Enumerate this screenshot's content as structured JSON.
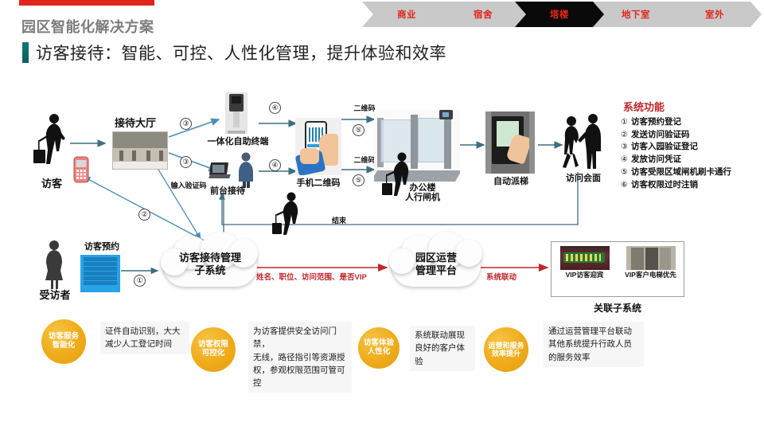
{
  "header": {
    "accent_red": "#e1251b",
    "brand_title": "园区智能化解决方案",
    "slide_subtitle": "访客接待：智能、可控、人性化管理，提升体验和效率",
    "nav_items": [
      {
        "label": "商业",
        "active": false
      },
      {
        "label": "宿舍",
        "active": false
      },
      {
        "label": "塔楼",
        "active": true
      },
      {
        "label": "地下室",
        "active": false
      },
      {
        "label": "室外",
        "active": false
      }
    ]
  },
  "diagram": {
    "nodes": {
      "visitor": "访客",
      "reception_hall": "接待大厅",
      "self_terminal": "一体化自助终端",
      "front_desk": "前台接待",
      "enter_code": "输入验证码",
      "phone_qr": "手机二维码",
      "gate": "办公楼\n人行闸机",
      "auto_elevator": "自动派梯",
      "meeting": "访问会面",
      "end": "结束",
      "visitee": "受访者",
      "appointment": "访客预约"
    },
    "steps": {
      "s1": "①",
      "s2": "②",
      "s3a": "③",
      "s3b": "③",
      "s4a": "④",
      "s4b": "④",
      "s5a": "⑤",
      "s5b": "⑤"
    },
    "edge_labels": {
      "qr_top": "二维码",
      "qr_bottom": "二维码"
    },
    "clouds": {
      "visitor_mgmt": "访客接待管理\n子系统",
      "park_platform": "园区运营\n管理平台"
    },
    "red_flows": {
      "attributes": "姓名、职位、访问范围、是否VIP",
      "linkage": "系统联动"
    }
  },
  "features": {
    "title": "系统功能",
    "accent": "#c1272d",
    "items": [
      {
        "num": "①",
        "text": "访客预约登记"
      },
      {
        "num": "②",
        "text": "发送访问验证码"
      },
      {
        "num": "③",
        "text": "访客入园验证登记"
      },
      {
        "num": "④",
        "text": "发放访问凭证"
      },
      {
        "num": "⑤",
        "text": "访客受限区域闸机刷卡通行"
      },
      {
        "num": "⑥",
        "text": "访客权限过时注销"
      }
    ]
  },
  "related": {
    "title": "关联子系统",
    "items": [
      {
        "caption": "VIP访客迎宾"
      },
      {
        "caption": "VIP客户电梯优先"
      }
    ]
  },
  "benefits": [
    {
      "circle": "访客服务\n智能化",
      "text": "证件自动识别，大大减少人工登记时间"
    },
    {
      "circle": "访客权限\n可控化",
      "text": "为访客提供安全访问门禁，\n无线，路径指引等资源授权，参观权限范围可管可控"
    },
    {
      "circle": "访客体验\n人性化",
      "text": "系统联动展现良好的客户体验"
    },
    {
      "circle": "运营和服务\n效率提升",
      "text": "通过运营管理平台联动其他系统提升行政人员的服务效率"
    }
  ],
  "colors": {
    "benefit_yellow": "#efab1a",
    "arrow_blue": "#4a90b8",
    "arrow_dark": "#3d6e82",
    "red": "#c1272d",
    "teal": "#0f7a72"
  }
}
